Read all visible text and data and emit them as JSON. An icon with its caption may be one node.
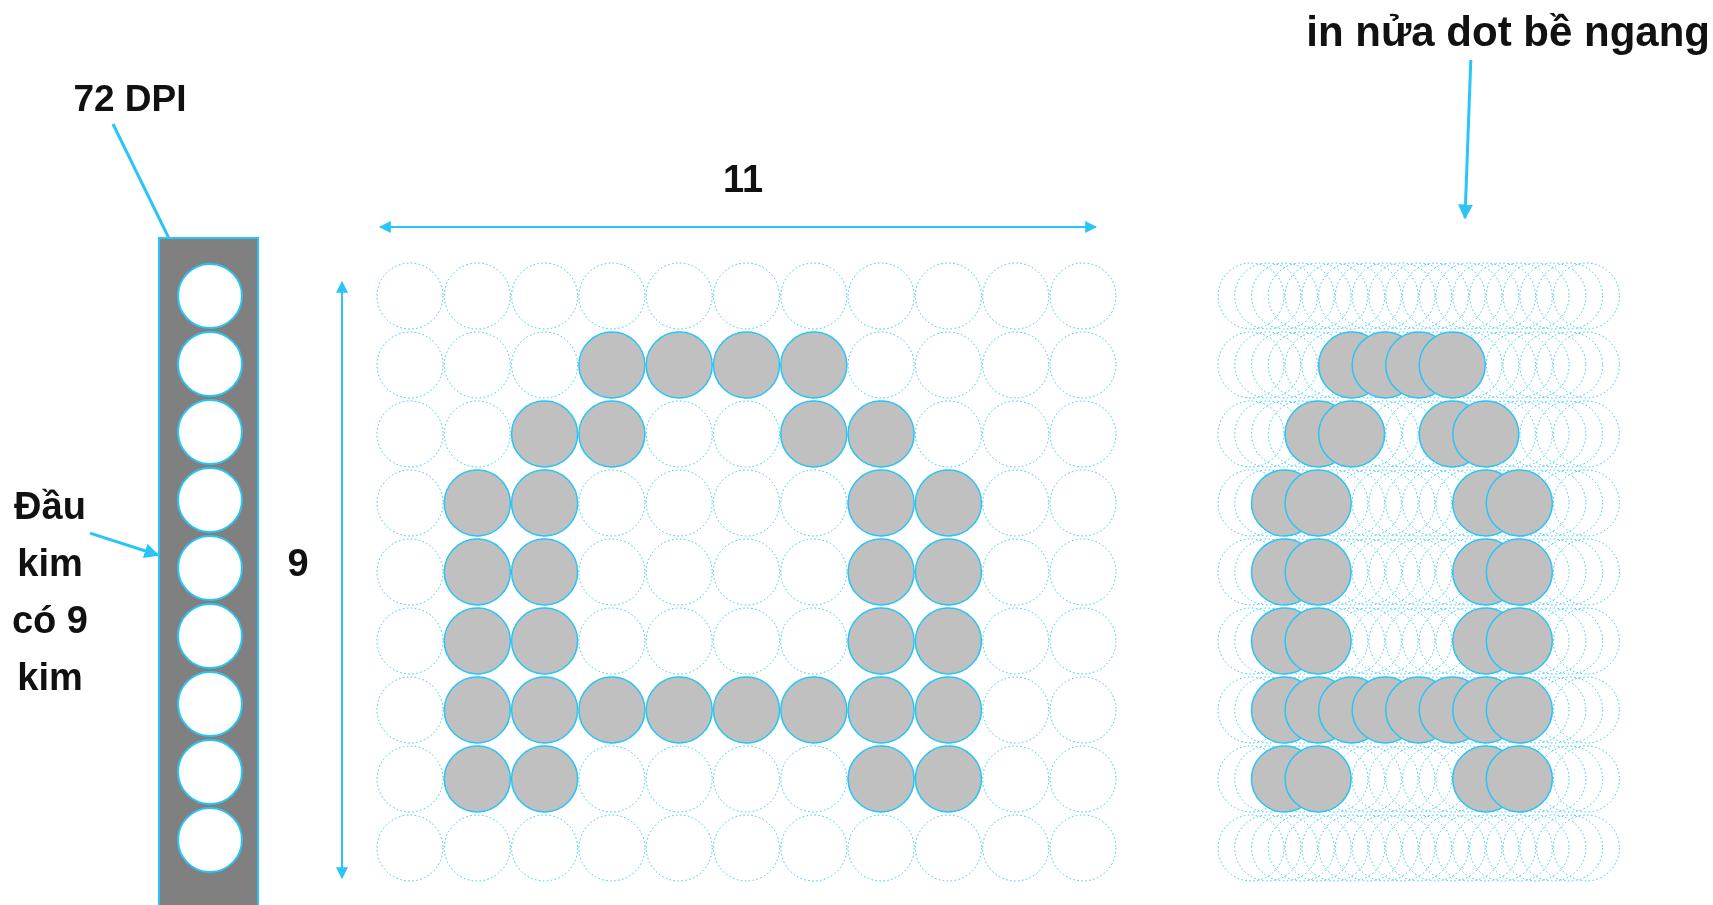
{
  "diagram": {
    "nodes": [
      {
        "text": [
          "72 DPI"
        ]
      },
      {
        "text": [],
        "shape": "bar"
      },
      {
        "text": [],
        "shape": "circle",
        "in": 1
      },
      {
        "text": [],
        "shape": "circle",
        "in": 1
      },
      {
        "text": [],
        "shape": "circle",
        "in": 1
      },
      {
        "text": [],
        "shape": "circle",
        "in": 1
      },
      {
        "text": [],
        "shape": "circle",
        "in": 1
      },
      {
        "text": [],
        "shape": "circle",
        "in": 1
      },
      {
        "text": [],
        "shape": "circle",
        "in": 1
      },
      {
        "text": [],
        "shape": "circle",
        "in": 1
      },
      {
        "text": [],
        "shape": "circle",
        "in": 1
      },
      {
        "text": [
          "Đầu kim có 9 kim"
        ]
      },
      {
        "text": [
          "in nửa dot bề ngang"
        ]
      }
    ],
    "edges": [
      {
        "from": 0,
        "to": 2,
        "arrow": "to"
      },
      {
        "from": 11,
        "to": 1,
        "arrow": "to"
      },
      {
        "from": 12,
        "to": null,
        "arrow": "to"
      }
    ],
    "labels": [
      "11",
      "9"
    ]
  }
}
